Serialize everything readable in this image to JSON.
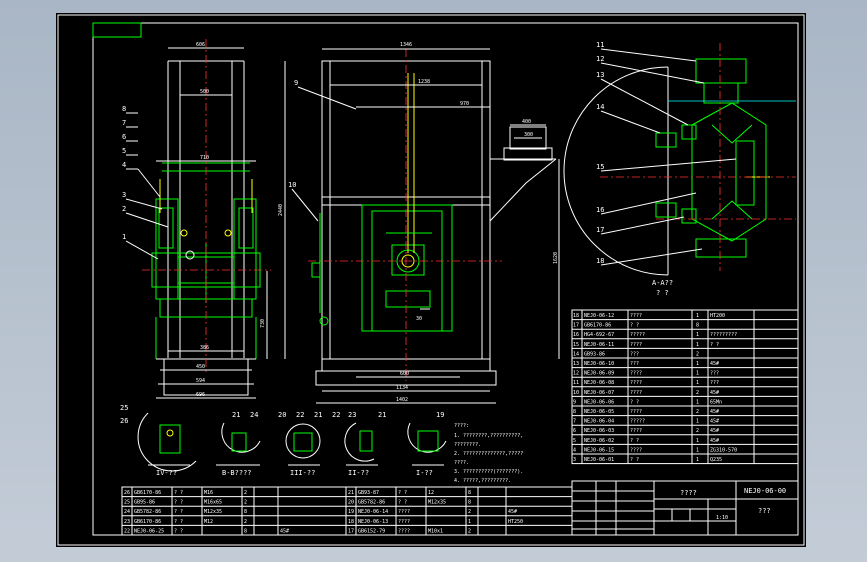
{
  "title_block": {
    "drawing_no": "NEJ0-06-00",
    "name": "????",
    "sub": "???",
    "scale": "1:10"
  },
  "dims": {
    "w606": "606",
    "w500": "500",
    "w710": "710",
    "w386": "386",
    "w450": "450",
    "w594": "594",
    "w696": "696",
    "h2440": "2440",
    "h730": "730",
    "w1346": "1346",
    "w1238": "1238",
    "w970": "970",
    "w400": "400",
    "w300": "300",
    "h1620": "1620",
    "w600": "600",
    "w1134": "1134",
    "w1402": "1402",
    "d30": "30"
  },
  "balloons": {
    "left": [
      "8",
      "7",
      "6",
      "5",
      "4",
      "3",
      "2",
      "1"
    ],
    "front": [
      "9",
      "10"
    ],
    "detail": [
      "11",
      "12",
      "13",
      "14",
      "15",
      "16",
      "17",
      "18"
    ],
    "sections": [
      "25",
      "26",
      "21",
      "24",
      "20",
      "22",
      "21",
      "22",
      "23",
      "21",
      "19"
    ]
  },
  "section_labels": {
    "aa": "A-A??",
    "aa_sub": "? ?",
    "iv": "IV-??",
    "bb": "B-B????",
    "iii": "III-??",
    "ii": "II-??",
    "i": "I-??"
  },
  "notes": [
    "????:",
    "1. ????????,??????????,",
    "   ????????.",
    "2. ??????????????,?????",
    "   ????.",
    "3. ??????????(???????).",
    "4. ?????,?????????."
  ],
  "bom_right": [
    [
      "18",
      "NEJ0-06-12",
      "????",
      "1",
      "HT200"
    ],
    [
      "17",
      "GB6170-86",
      "? ?",
      "8",
      ""
    ],
    [
      "16",
      "HG4-692-67",
      "?????",
      "1",
      "?????????"
    ],
    [
      "15",
      "NEJ0-06-11",
      "????",
      "1",
      "? ?"
    ],
    [
      "14",
      "GB93-86",
      "???",
      "2",
      ""
    ],
    [
      "13",
      "NEJ0-06-10",
      "???",
      "1",
      "45#"
    ],
    [
      "12",
      "NEJ0-06-09",
      "????",
      "1",
      "???"
    ],
    [
      "11",
      "NEJ0-06-08",
      "????",
      "1",
      "???"
    ],
    [
      "10",
      "NEJ0-06-07",
      "????",
      "2",
      "45#"
    ],
    [
      "9",
      "NEJ0-06-06",
      "? ?",
      "1",
      "65Mn"
    ],
    [
      "8",
      "NEJ0-06-05",
      "????",
      "2",
      "45#"
    ],
    [
      "7",
      "NEJ0-06-04",
      "?????",
      "1",
      "45#"
    ],
    [
      "6",
      "NEJ0-06-03",
      "????",
      "2",
      "45#"
    ],
    [
      "5",
      "NEJ0-06-02",
      "? ?",
      "1",
      "45#"
    ],
    [
      "4",
      "NEJ0-06-15",
      "????",
      "1",
      "ZG310-570"
    ],
    [
      "3",
      "NEJ0-06-01",
      "? ?",
      "1",
      "Q235"
    ]
  ],
  "bom_bottom_left": [
    [
      "26",
      "GB6170-86",
      "? ?",
      "M16",
      "2"
    ],
    [
      "25",
      "GB95-86",
      "? ?",
      "M16x65",
      "2"
    ],
    [
      "24",
      "GB5782-86",
      "? ?",
      "M12x35",
      "8"
    ],
    [
      "23",
      "GB6170-86",
      "? ?",
      "M12",
      "2"
    ],
    [
      "22",
      "NEJ0-06-25",
      "? ?",
      "",
      "8",
      "45#"
    ]
  ],
  "bom_bottom_mid": [
    [
      "21",
      "GB93-87",
      "? ?",
      "12",
      "8"
    ],
    [
      "20",
      "GB5782-86",
      "? ?",
      "M12x35",
      "8"
    ],
    [
      "19",
      "NEJ0-06-14",
      "????",
      "",
      "2",
      "45#"
    ],
    [
      "18",
      "NEJ0-06-13",
      "????",
      "",
      "1",
      "HT250"
    ],
    [
      "17",
      "GB6152-79",
      "????",
      "M10x1",
      "2"
    ]
  ]
}
